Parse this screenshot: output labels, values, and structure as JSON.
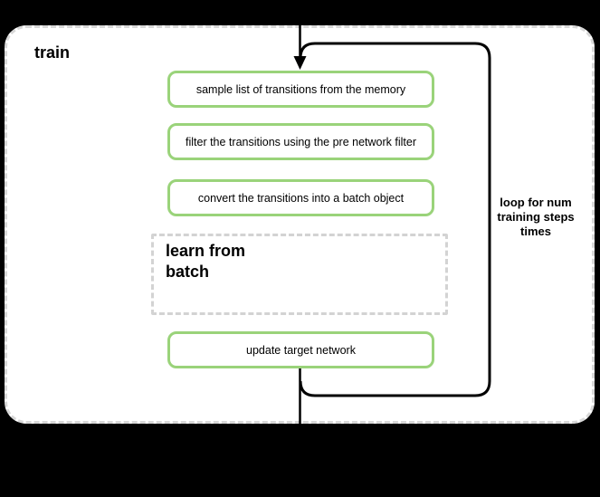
{
  "diagram": {
    "background_color": "#000000",
    "container": {
      "title": "train",
      "fill": "#FFFFFF",
      "border_color": "#D8D8D8",
      "border_style": "dashed"
    },
    "loop_annotation": {
      "label": "loop for num training steps times",
      "line_color": "#000000"
    },
    "node_style": {
      "border_color": "#9AD37A",
      "fill": "#FFFFFF",
      "text_color": "#000000"
    },
    "steps": [
      {
        "label": "sample list of transitions from the memory"
      },
      {
        "label": "filter the transitions using the pre network filter"
      },
      {
        "label": "convert the transitions into a batch object"
      },
      {
        "label": "update target network"
      }
    ],
    "learn_box": {
      "label": "learn from batch",
      "border_color": "#D3D3D3",
      "border_style": "dashed"
    }
  }
}
